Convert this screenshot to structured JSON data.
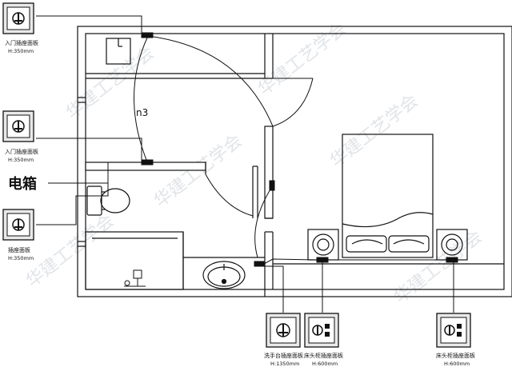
{
  "labels": {
    "socket_entry_1": "入门插座面板",
    "socket_entry_1_h": "H:350mm",
    "socket_entry_2": "入门插座面板",
    "socket_entry_2_h": "H:350mm",
    "socket_panel": "插座面板",
    "socket_panel_h": "H:350mm",
    "electric_box": "电箱",
    "circuit_tag": "n3",
    "washbasin_socket": "洗手台插座面板",
    "washbasin_socket_h": "H:1350mm",
    "bedside_socket_1": "床头柜插座面板",
    "bedside_socket_1_h": "H:600mm",
    "bedside_socket_2": "床头柜插座面板",
    "bedside_socket_2_h": "H:600mm"
  },
  "watermark": {
    "text": "华建工艺学会"
  },
  "colors": {
    "line": "#111111",
    "panel_bg": "#e9e9e9",
    "watermark": "#c9cfd6"
  }
}
